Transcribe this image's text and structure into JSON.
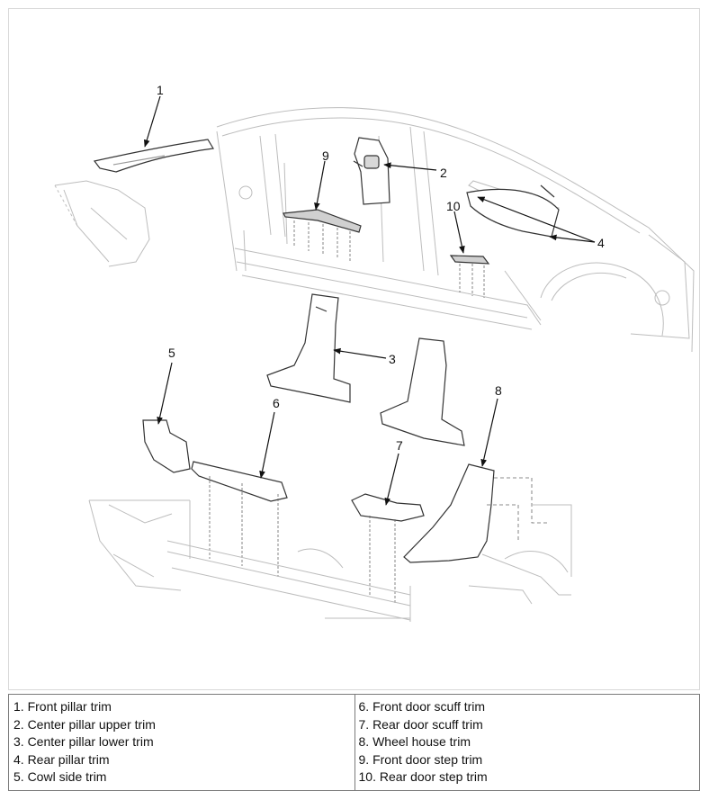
{
  "callouts": [
    "1",
    "2",
    "3",
    "4",
    "5",
    "6",
    "7",
    "8",
    "9",
    "10"
  ],
  "legend": {
    "left": [
      "1. Front pillar trim",
      "2. Center pillar upper trim",
      "3. Center pillar lower trim",
      "4. Rear pillar trim",
      "5. Cowl side trim"
    ],
    "right": [
      "6. Front door scuff trim",
      "7. Rear door scuff trim",
      "8. Wheel house trim",
      "9. Front door step trim",
      "10. Rear door step trim"
    ]
  }
}
